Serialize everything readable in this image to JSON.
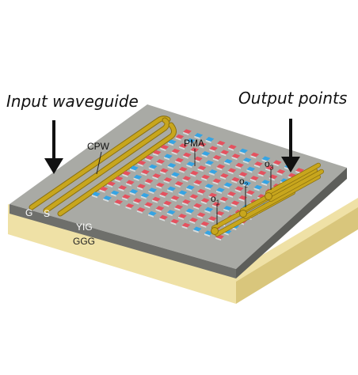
{
  "labels": {
    "input": "Input waveguide",
    "output": "Output points",
    "cpw": "CPW",
    "pma": "PMA",
    "g": "G",
    "s": "S",
    "yig": "YIG",
    "ggg": "GGG"
  },
  "outputs": [
    {
      "base": "o",
      "sub": "1"
    },
    {
      "base": "o",
      "sub": "2"
    },
    {
      "base": "o",
      "sub": "3"
    }
  ],
  "colors": {
    "ggg": "#efe1a6",
    "ggg_side": "#d9c67c",
    "yig_top": "#a9aaa5",
    "yig_side": "#6e6f6b",
    "gold": "#c8a61d",
    "red_pad": "#e4525f",
    "blue_pad": "#36a4e3",
    "arrow": "#111111"
  }
}
